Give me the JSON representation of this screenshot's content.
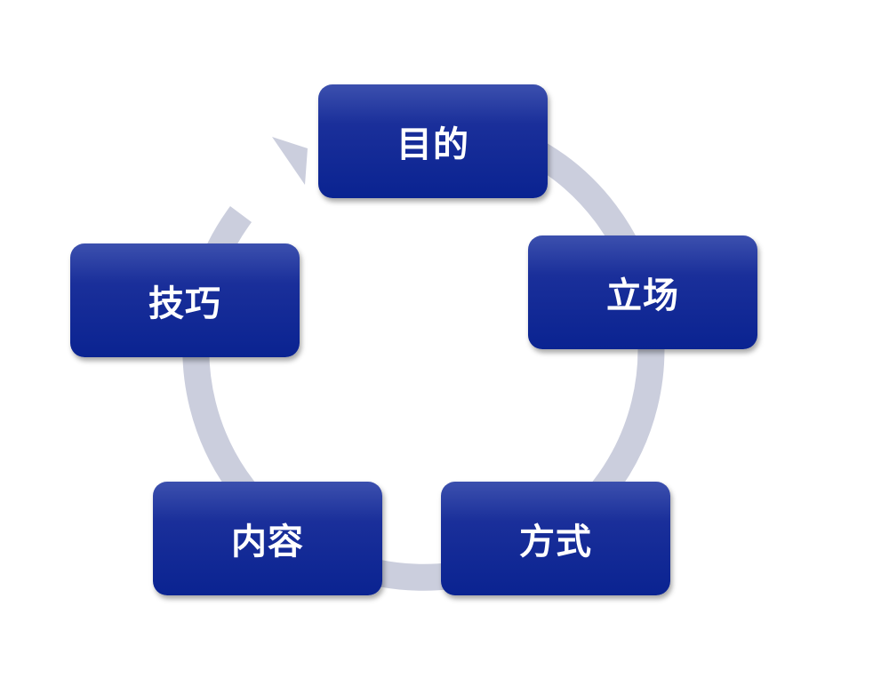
{
  "diagram": {
    "ring_color": "#cbcedd",
    "node_color": "#0a2391",
    "nodes": [
      {
        "id": "purpose",
        "label": "目的"
      },
      {
        "id": "stance",
        "label": "立场"
      },
      {
        "id": "method",
        "label": "方式"
      },
      {
        "id": "content",
        "label": "内容"
      },
      {
        "id": "skill",
        "label": "技巧"
      }
    ]
  }
}
